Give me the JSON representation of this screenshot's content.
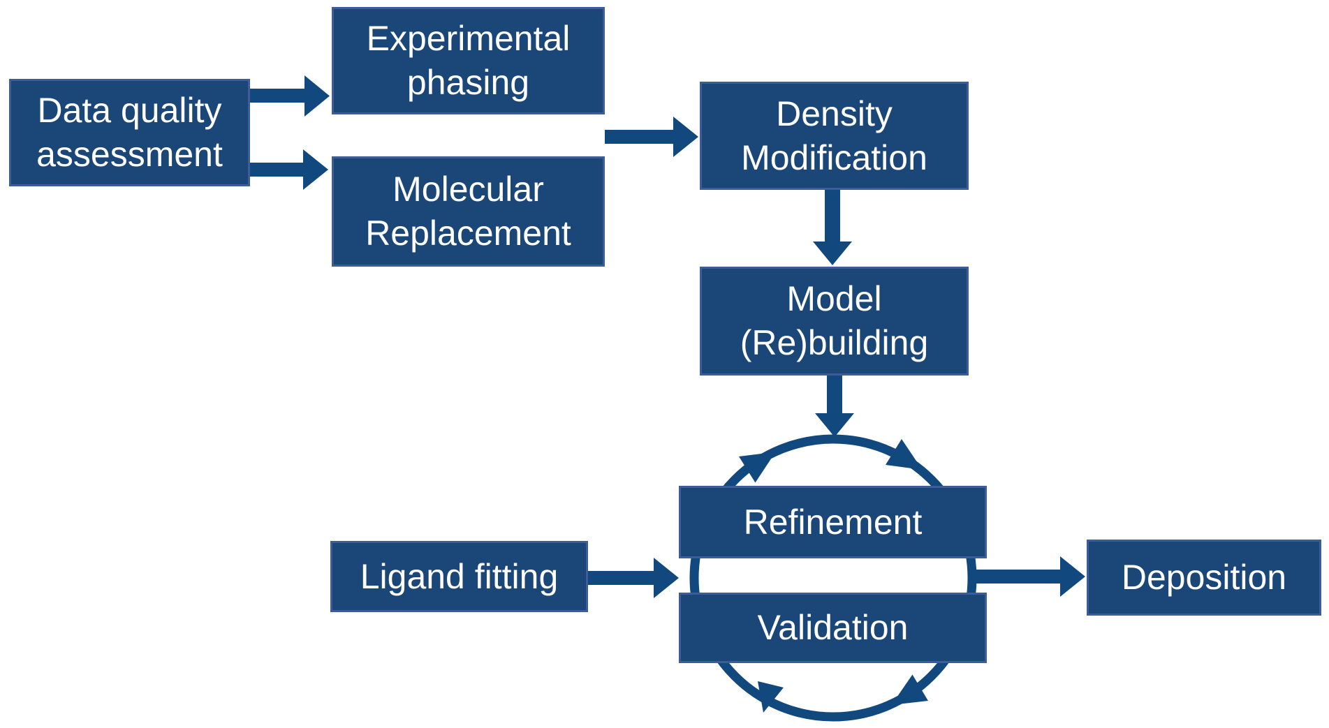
{
  "nodes": {
    "data_quality": {
      "line1": "Data quality",
      "line2": "assessment"
    },
    "experimental": {
      "line1": "Experimental",
      "line2": "phasing"
    },
    "molecular": {
      "line1": "Molecular",
      "line2": "Replacement"
    },
    "density": {
      "line1": "Density",
      "line2": "Modification"
    },
    "model": {
      "line1": "Model",
      "line2": "(Re)building"
    },
    "refinement": {
      "label": "Refinement"
    },
    "validation": {
      "label": "Validation"
    },
    "ligand": {
      "label": "Ligand fitting"
    },
    "deposition": {
      "label": "Deposition"
    }
  },
  "edges": [
    {
      "from": "Data quality assessment",
      "to": "Experimental phasing"
    },
    {
      "from": "Data quality assessment",
      "to": "Molecular Replacement"
    },
    {
      "from": "Experimental phasing / Molecular Replacement",
      "to": "Density Modification"
    },
    {
      "from": "Density Modification",
      "to": "Model (Re)building"
    },
    {
      "from": "Model (Re)building",
      "to": "Refinement-Validation cycle"
    },
    {
      "from": "Ligand fitting",
      "to": "Refinement-Validation cycle"
    },
    {
      "from": "Refinement-Validation cycle",
      "to": "Deposition"
    }
  ],
  "cycle": {
    "nodes": [
      "Refinement",
      "Validation"
    ],
    "direction": "clockwise",
    "arrowhead_count": 4
  },
  "colors": {
    "box_fill": "#1a4678",
    "box_border": "#3d5d99",
    "arrow": "#11497f",
    "text": "#ffffff",
    "background": "#ffffff"
  }
}
